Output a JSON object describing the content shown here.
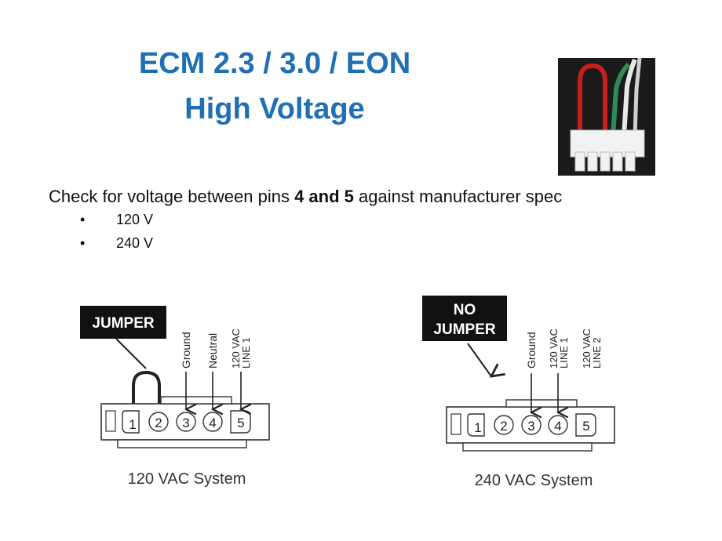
{
  "title": {
    "line1": "ECM 2.3 / 3.0 / EON",
    "line2": "High Voltage"
  },
  "instruction": {
    "prefix": "Check for voltage between pins ",
    "bold": "4 and 5",
    "suffix": " against manufacturer spec"
  },
  "voltages": [
    "120 V",
    "240 V"
  ],
  "bullet_char": "•",
  "diagram_120": {
    "box_label": "JUMPER",
    "pin_labels": [
      "Ground",
      "Neutral",
      "120 VAC",
      "LINE 1"
    ],
    "pins": [
      "1",
      "2",
      "3",
      "4",
      "5"
    ],
    "caption": "120 VAC System"
  },
  "diagram_240": {
    "box_label_1": "NO",
    "box_label_2": "JUMPER",
    "pin_labels": [
      "Ground",
      "120 VAC",
      "LINE 1",
      "120 VAC",
      "LINE 2"
    ],
    "pins": [
      "1",
      "2",
      "3",
      "4",
      "5"
    ],
    "caption": "240 VAC System"
  },
  "colors": {
    "title": "#1f6fb4",
    "text": "#111111",
    "wire_red": "#c81e1e",
    "wire_green": "#2e8b57"
  }
}
